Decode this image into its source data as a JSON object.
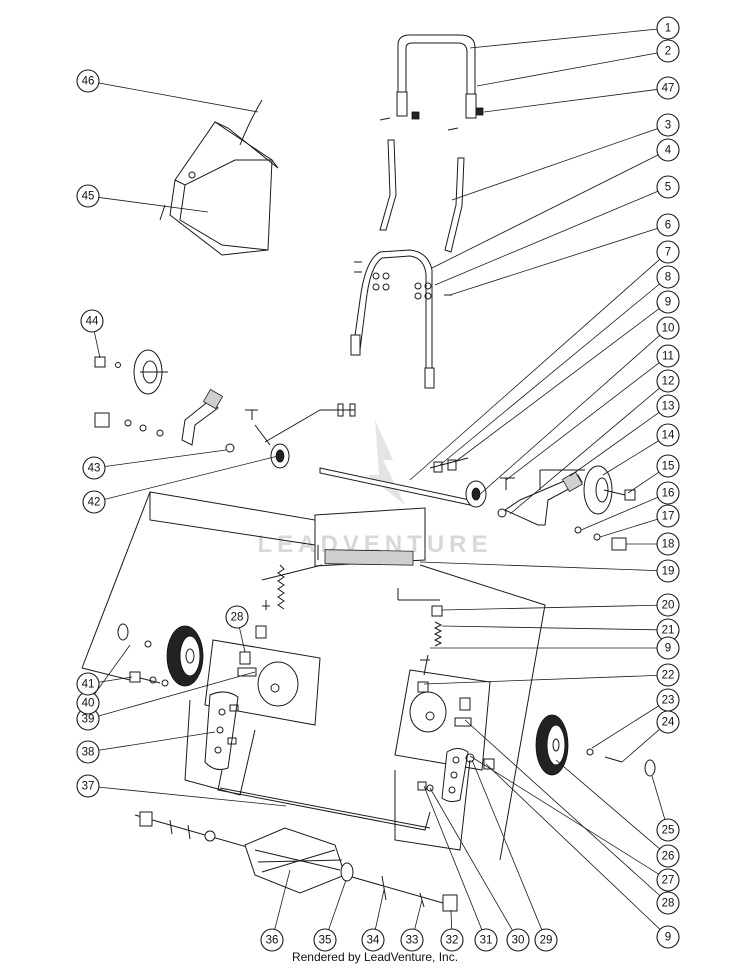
{
  "watermark": "LEADVENTURE",
  "credit": "Rendered by LeadVenture, Inc.",
  "callouts": [
    {
      "id": "c1",
      "label": "1"
    },
    {
      "id": "c2",
      "label": "2"
    },
    {
      "id": "c47",
      "label": "47"
    },
    {
      "id": "c3",
      "label": "3"
    },
    {
      "id": "c4",
      "label": "4"
    },
    {
      "id": "c5",
      "label": "5"
    },
    {
      "id": "c6",
      "label": "6"
    },
    {
      "id": "c7",
      "label": "7"
    },
    {
      "id": "c8",
      "label": "8"
    },
    {
      "id": "c9a",
      "label": "9"
    },
    {
      "id": "c10",
      "label": "10"
    },
    {
      "id": "c11",
      "label": "11"
    },
    {
      "id": "c12",
      "label": "12"
    },
    {
      "id": "c13",
      "label": "13"
    },
    {
      "id": "c14",
      "label": "14"
    },
    {
      "id": "c15",
      "label": "15"
    },
    {
      "id": "c16",
      "label": "16"
    },
    {
      "id": "c17",
      "label": "17"
    },
    {
      "id": "c18",
      "label": "18"
    },
    {
      "id": "c19",
      "label": "19"
    },
    {
      "id": "c20",
      "label": "20"
    },
    {
      "id": "c21",
      "label": "21"
    },
    {
      "id": "c9b",
      "label": "9"
    },
    {
      "id": "c22",
      "label": "22"
    },
    {
      "id": "c23",
      "label": "23"
    },
    {
      "id": "c24",
      "label": "24"
    },
    {
      "id": "c25",
      "label": "25"
    },
    {
      "id": "c26",
      "label": "26"
    },
    {
      "id": "c27",
      "label": "27"
    },
    {
      "id": "c28r",
      "label": "28"
    },
    {
      "id": "c9c",
      "label": "9"
    },
    {
      "id": "c29",
      "label": "29"
    },
    {
      "id": "c30",
      "label": "30"
    },
    {
      "id": "c31",
      "label": "31"
    },
    {
      "id": "c32",
      "label": "32"
    },
    {
      "id": "c33",
      "label": "33"
    },
    {
      "id": "c34",
      "label": "34"
    },
    {
      "id": "c35",
      "label": "35"
    },
    {
      "id": "c36",
      "label": "36"
    },
    {
      "id": "c37",
      "label": "37"
    },
    {
      "id": "c38",
      "label": "38"
    },
    {
      "id": "c39",
      "label": "39"
    },
    {
      "id": "c40",
      "label": "40"
    },
    {
      "id": "c41",
      "label": "41"
    },
    {
      "id": "c28l",
      "label": "28"
    },
    {
      "id": "c42",
      "label": "42"
    },
    {
      "id": "c43",
      "label": "43"
    },
    {
      "id": "c44",
      "label": "44"
    },
    {
      "id": "c45",
      "label": "45"
    },
    {
      "id": "c46",
      "label": "46"
    }
  ]
}
